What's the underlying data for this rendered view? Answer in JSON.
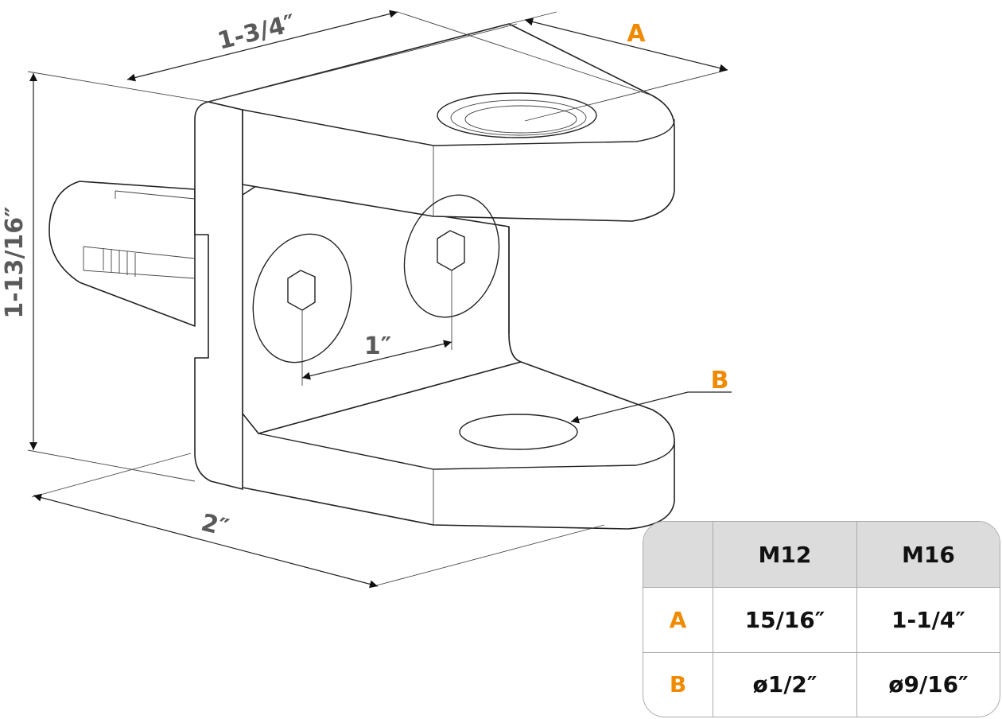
{
  "dimensions": {
    "width": "1-3/4″",
    "height": "1-13/16″",
    "depth": "2″",
    "bolt_spacing": "1″",
    "label_a": "A",
    "label_b": "B"
  },
  "colors": {
    "accent": "#f08a00",
    "dimension_text": "#5a5a5a",
    "table_header": "#dcdcdc"
  },
  "table": {
    "headers": [
      "",
      "M12",
      "M16"
    ],
    "rows": [
      {
        "label": "A",
        "m12": "15/16″",
        "m16": "1-1/4″"
      },
      {
        "label": "B",
        "m12": "ø1/2″",
        "m16": "ø9/16″"
      }
    ]
  }
}
